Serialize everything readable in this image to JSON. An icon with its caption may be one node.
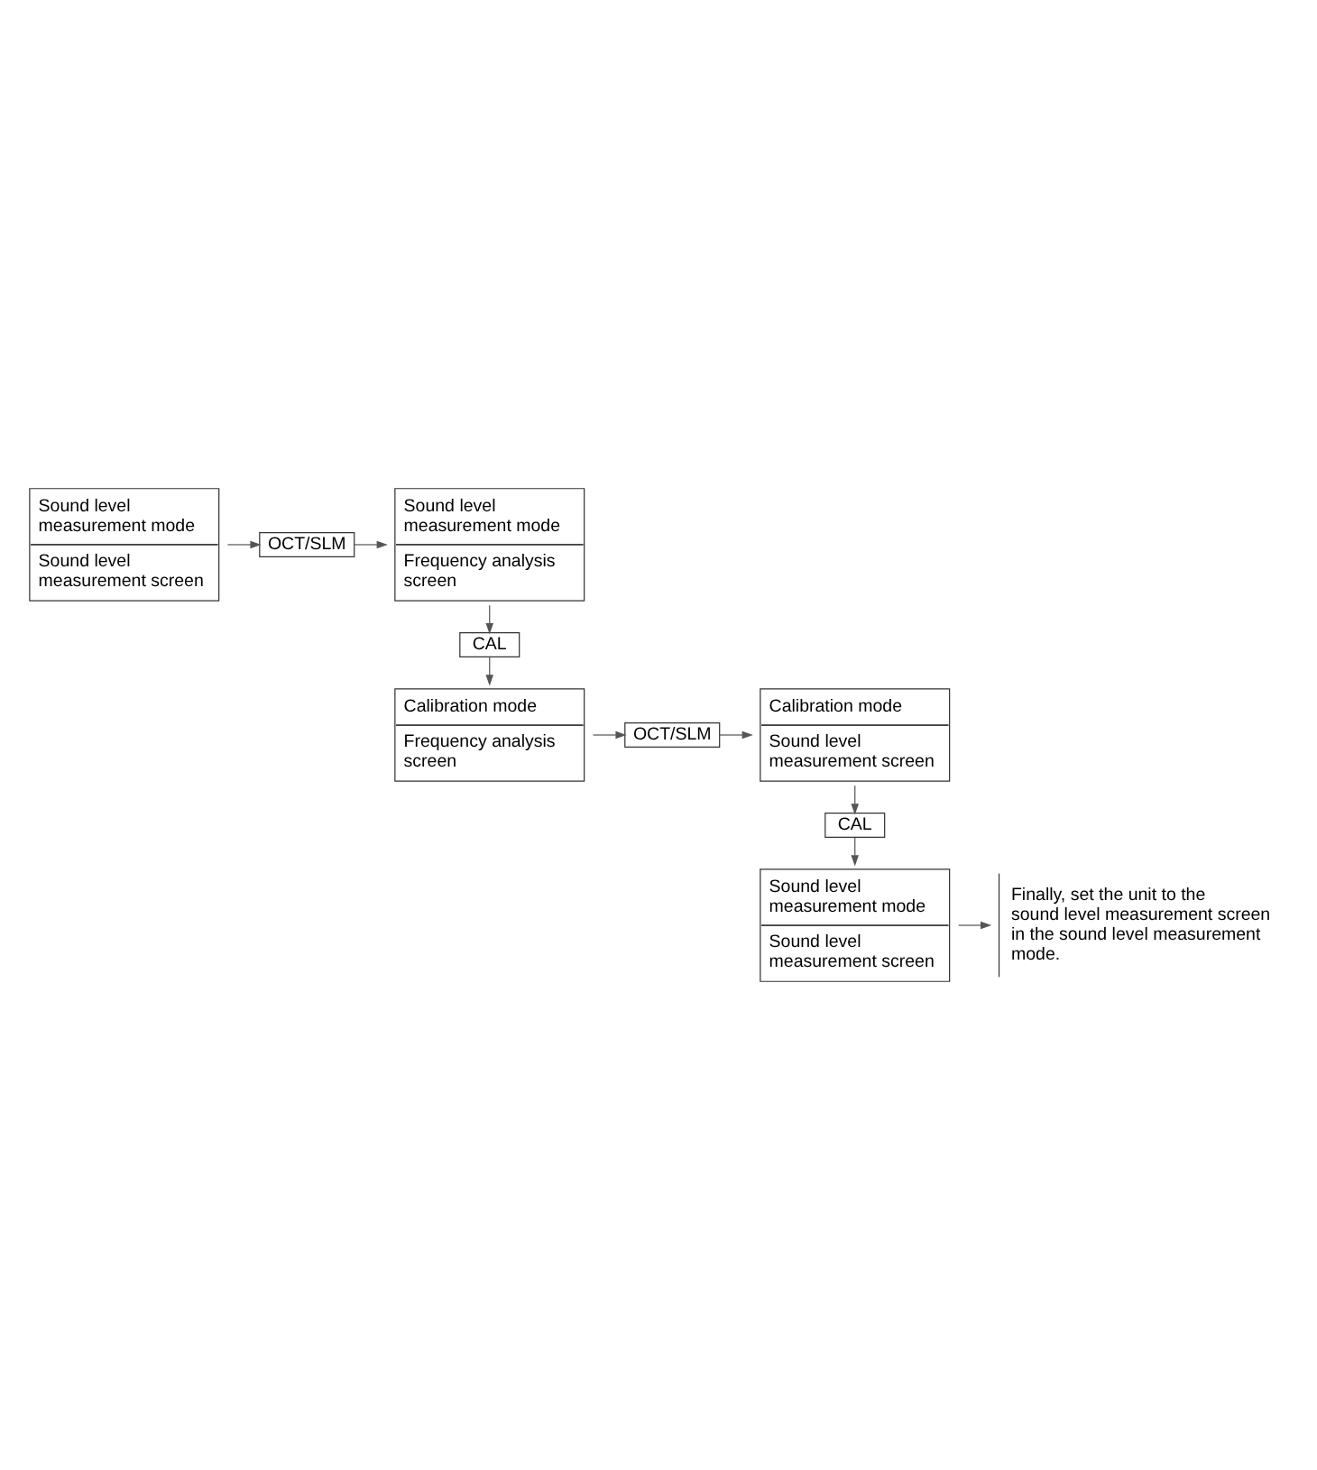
{
  "diagram": {
    "nodes": [
      {
        "text": [
          "Sound level measurement mode",
          "Sound level measurement screen"
        ]
      },
      {
        "text": [
          "OCT/SLM"
        ]
      },
      {
        "text": [
          "Sound level measurement mode",
          "Frequency analysis screen"
        ]
      },
      {
        "text": [
          "CAL"
        ]
      },
      {
        "text": [
          "Calibration mode",
          "Frequency analysis screen"
        ]
      },
      {
        "text": [
          "OCT/SLM"
        ]
      },
      {
        "text": [
          "Calibration mode",
          "Sound level measurement screen"
        ]
      },
      {
        "text": [
          "CAL"
        ]
      },
      {
        "text": [
          "Sound level measurement mode",
          "Sound level measurement screen"
        ]
      },
      {
        "text": [
          "Finally, set the unit to the sound level measurement screen in the sound level measurement mode."
        ]
      }
    ],
    "edges": [
      {
        "from": 0,
        "to": 1,
        "arrow": "to"
      },
      {
        "from": 1,
        "to": 2,
        "arrow": "to"
      },
      {
        "from": 2,
        "to": 3,
        "arrow": "to"
      },
      {
        "from": 3,
        "to": 4,
        "arrow": "to"
      },
      {
        "from": 4,
        "to": 5,
        "arrow": "to"
      },
      {
        "from": 5,
        "to": 6,
        "arrow": "to"
      },
      {
        "from": 6,
        "to": 7,
        "arrow": "to"
      },
      {
        "from": 7,
        "to": 8,
        "arrow": "to"
      },
      {
        "from": 8,
        "to": 9,
        "arrow": "to"
      }
    ]
  }
}
